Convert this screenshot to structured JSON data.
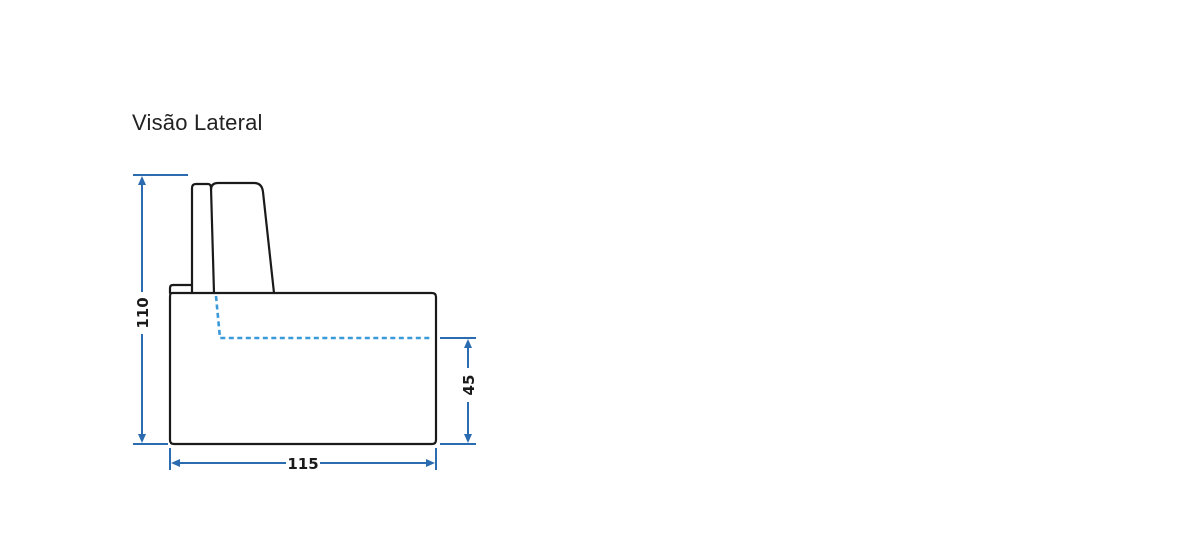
{
  "title": "Visão Lateral",
  "dimensions": {
    "height_total": "110",
    "depth": "115",
    "seat_height": "45"
  },
  "colors": {
    "outline": "#1a1a1a",
    "dimension": "#2b6cb0",
    "seat_line": "#3a9ad9"
  }
}
